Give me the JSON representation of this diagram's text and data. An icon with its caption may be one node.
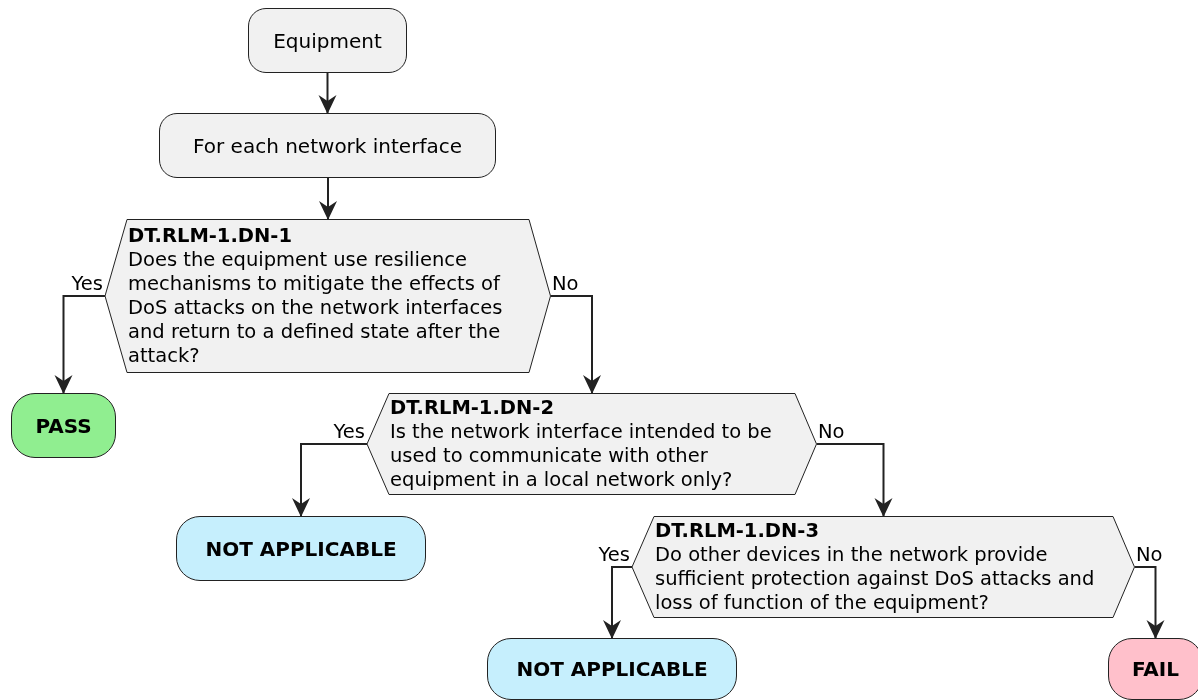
{
  "diagram": {
    "nodes": [
      {
        "text": [
          "Equipment"
        ]
      },
      {
        "text": [
          "For each network interface"
        ]
      },
      {
        "text": [
          "DT.RLM-1.DN-1",
          "Does the equipment use resilience mechanisms to mitigate the effects of DoS attacks on the network interfaces and return to a defined state after the attack?"
        ]
      },
      {
        "text": [
          "PASS"
        ]
      },
      {
        "text": [
          "DT.RLM-1.DN-2",
          "Is the network interface intended to be used to communicate with other equipment in a local network only?"
        ]
      },
      {
        "text": [
          "NOT APPLICABLE"
        ]
      },
      {
        "text": [
          "DT.RLM-1.DN-3",
          "Do other devices in the network provide sufficient protection against DoS attacks and loss of function of the equipment?"
        ]
      },
      {
        "text": [
          "NOT APPLICABLE"
        ]
      },
      {
        "text": [
          "FAIL"
        ]
      }
    ],
    "edges": [
      {
        "from": 0,
        "to": 1,
        "arrow": "to"
      },
      {
        "from": 1,
        "to": 2,
        "arrow": "to"
      },
      {
        "from": 2,
        "to": 3,
        "arrow": "to",
        "label": "Yes"
      },
      {
        "from": 2,
        "to": 4,
        "arrow": "to",
        "label": "No"
      },
      {
        "from": 4,
        "to": 5,
        "arrow": "to",
        "label": "Yes"
      },
      {
        "from": 4,
        "to": 6,
        "arrow": "to",
        "label": "No"
      },
      {
        "from": 6,
        "to": 7,
        "arrow": "to",
        "label": "Yes"
      },
      {
        "from": 6,
        "to": 8,
        "arrow": "to",
        "label": "No"
      }
    ]
  }
}
